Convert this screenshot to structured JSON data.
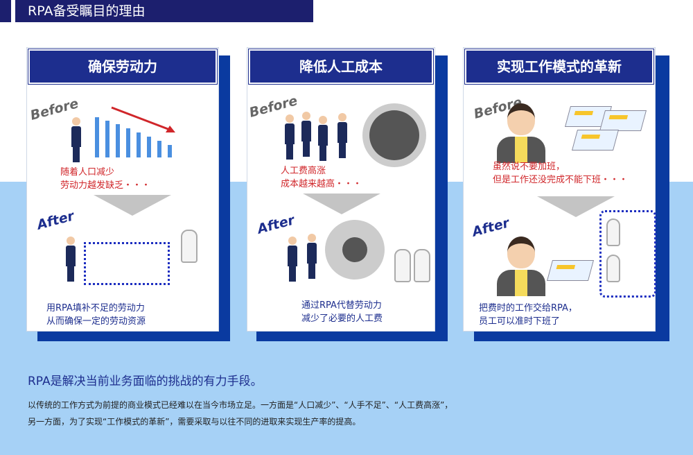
{
  "header": {
    "title": "RPA备受瞩目的理由"
  },
  "cards": [
    {
      "title": "确保劳动力",
      "before_label": "Before",
      "before_text": [
        "随着人口减少",
        "劳动力越发缺乏・・・"
      ],
      "after_label": "After",
      "after_text": [
        "用RPA填补不足的劳动力",
        "从而确保一定的劳动资源"
      ]
    },
    {
      "title": "降低人工成本",
      "before_label": "Before",
      "before_text": [
        "人工费高涨",
        "成本越来越高・・・"
      ],
      "after_label": "After",
      "after_text": [
        "通过RPA代替劳动力",
        "减少了必要的人工费"
      ]
    },
    {
      "title": "实现工作模式的革新",
      "before_label": "Before",
      "before_text": [
        "虽然说不要加班，",
        "但是工作还没完成不能下班・・・"
      ],
      "after_label": "After",
      "after_text": [
        "把费时的工作交给RPA，",
        "员工可以准时下班了"
      ]
    }
  ],
  "summary": {
    "lead": "RPA是解决当前业务面临的挑战的有力手段。",
    "lines": [
      "以传统的工作方式为前提的商业模式已经难以在当今市场立足。一方面是“人口减少”、“人手不足”、“人工费高涨”，",
      "另一方面，为了实现“工作模式的革新”，需要采取与以往不同的进取来实现生产率的提高。"
    ]
  },
  "colors": {
    "navy": "#1c1f6e",
    "accent": "#1d2e8e",
    "red": "#d0262a",
    "light_blue": "#a6d1f6"
  }
}
